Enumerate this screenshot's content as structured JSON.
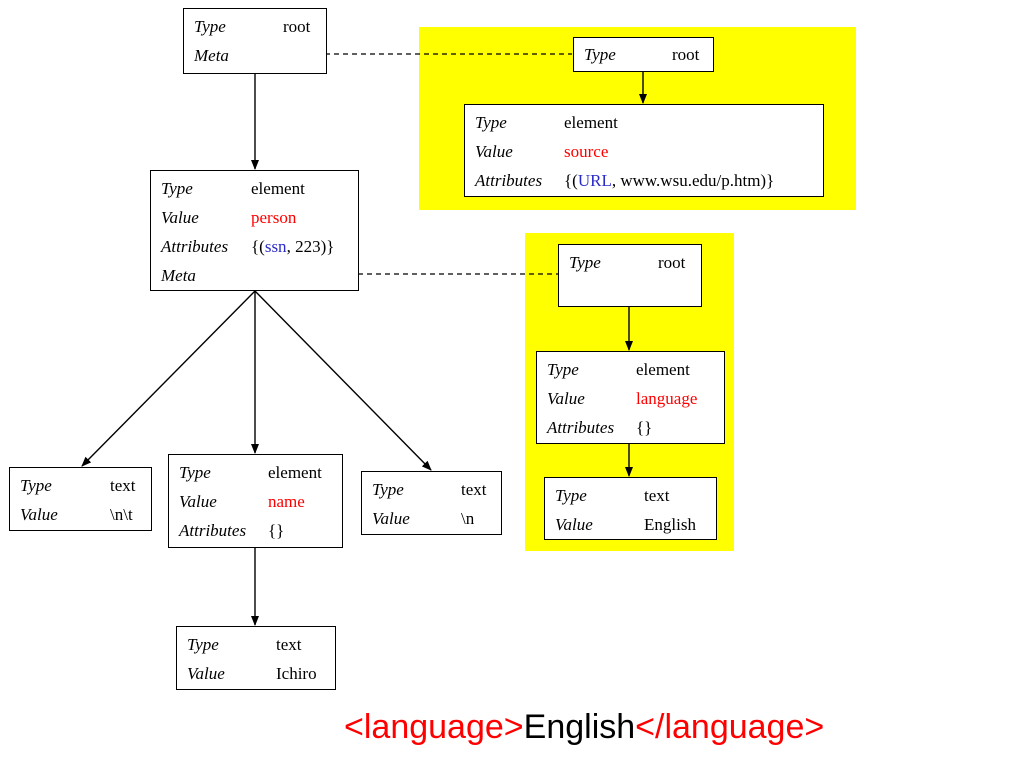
{
  "labels": {
    "type": "Type",
    "value": "Value",
    "attributes": "Attributes",
    "meta": "Meta"
  },
  "nodes": {
    "root_main": {
      "type": "root"
    },
    "person": {
      "type": "element",
      "value": "person",
      "attr_open": "{(",
      "attr_key": "ssn",
      "attr_rest": ", 223)}"
    },
    "text_nt": {
      "type": "text",
      "value": "\\n\\t"
    },
    "name": {
      "type": "element",
      "value": "name",
      "attributes": "{}"
    },
    "text_n": {
      "type": "text",
      "value": "\\n"
    },
    "ichiro": {
      "type": "text",
      "value": "Ichiro"
    },
    "meta1_root": {
      "type": "root"
    },
    "source": {
      "type": "element",
      "value": "source",
      "attr_open": "{(",
      "attr_key": "URL",
      "attr_rest": ", www.wsu.edu/p.htm)}"
    },
    "meta2_root": {
      "type": "root"
    },
    "language": {
      "type": "element",
      "value": "language",
      "attributes": "{}"
    },
    "english": {
      "type": "text",
      "value": "English"
    }
  },
  "caption": {
    "open_tag": "<language>",
    "content": "English",
    "close_tag": "</language>"
  },
  "colors": {
    "panel": "#ffff00",
    "value_highlight": "#ff0000",
    "attr_key": "#2b2bc8",
    "line": "#000000"
  }
}
